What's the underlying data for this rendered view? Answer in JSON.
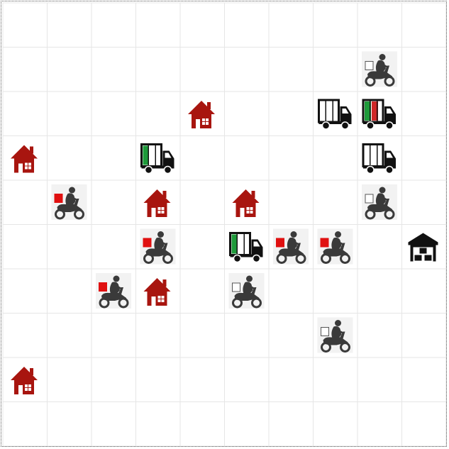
{
  "grid": {
    "cols": 10,
    "rows": 10,
    "line_color": "#e6e6e6",
    "background": "#ffffff"
  },
  "colors": {
    "house": "#a8150f",
    "truck_black": "#111111",
    "truck_green": "#1e9a3a",
    "truck_red": "#d02828",
    "scooter_red": "#e01010",
    "scooter_gray": "#3a3a3a",
    "scooter_tile": "#f2f2f2"
  },
  "pieces": [
    {
      "type": "scooter",
      "icon": "scooter-icon",
      "state": "empty",
      "col": 8,
      "row": 1
    },
    {
      "type": "house",
      "icon": "house-icon",
      "col": 4,
      "row": 2
    },
    {
      "type": "truck",
      "icon": "truck-icon",
      "cargo": "empty",
      "col": 7,
      "row": 2
    },
    {
      "type": "truck",
      "icon": "truck-icon",
      "cargo": "green-red",
      "col": 8,
      "row": 2
    },
    {
      "type": "house",
      "icon": "house-icon",
      "col": 0,
      "row": 3
    },
    {
      "type": "truck",
      "icon": "truck-icon",
      "cargo": "green",
      "col": 3,
      "row": 3
    },
    {
      "type": "truck",
      "icon": "truck-icon",
      "cargo": "empty",
      "col": 8,
      "row": 3
    },
    {
      "type": "scooter",
      "icon": "scooter-icon",
      "state": "loaded",
      "col": 1,
      "row": 4
    },
    {
      "type": "house",
      "icon": "house-icon",
      "col": 3,
      "row": 4
    },
    {
      "type": "house",
      "icon": "house-icon",
      "col": 5,
      "row": 4
    },
    {
      "type": "scooter",
      "icon": "scooter-icon",
      "state": "empty",
      "col": 8,
      "row": 4
    },
    {
      "type": "scooter",
      "icon": "scooter-icon",
      "state": "loaded",
      "col": 3,
      "row": 5
    },
    {
      "type": "truck",
      "icon": "truck-icon",
      "cargo": "green",
      "col": 5,
      "row": 5
    },
    {
      "type": "scooter",
      "icon": "scooter-icon",
      "state": "loaded",
      "col": 6,
      "row": 5
    },
    {
      "type": "scooter",
      "icon": "scooter-icon",
      "state": "loaded",
      "col": 7,
      "row": 5
    },
    {
      "type": "warehouse",
      "icon": "warehouse-icon",
      "col": 9,
      "row": 5
    },
    {
      "type": "scooter",
      "icon": "scooter-icon",
      "state": "loaded",
      "col": 2,
      "row": 6
    },
    {
      "type": "house",
      "icon": "house-icon",
      "col": 3,
      "row": 6
    },
    {
      "type": "scooter",
      "icon": "scooter-icon",
      "state": "empty",
      "col": 5,
      "row": 6
    },
    {
      "type": "scooter",
      "icon": "scooter-icon",
      "state": "empty",
      "col": 7,
      "row": 7
    },
    {
      "type": "house",
      "icon": "house-icon",
      "col": 0,
      "row": 8
    }
  ]
}
